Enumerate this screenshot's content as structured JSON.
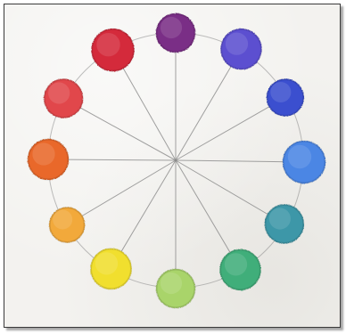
{
  "image": {
    "subject": "color-wheel-drawing",
    "swatches": [
      {
        "name": "purple-swatch",
        "color": "#7a2f86"
      },
      {
        "name": "blue-violet-swatch",
        "color": "#5b4fd0"
      },
      {
        "name": "blue-swatch",
        "color": "#3a4fcf"
      },
      {
        "name": "light-blue-swatch",
        "color": "#4b86e4"
      },
      {
        "name": "teal-swatch",
        "color": "#3c97a8"
      },
      {
        "name": "green-swatch",
        "color": "#3fae7a"
      },
      {
        "name": "yellow-green-swatch",
        "color": "#a9d46a"
      },
      {
        "name": "yellow-swatch",
        "color": "#f1df2e"
      },
      {
        "name": "yellow-orange-swatch",
        "color": "#f2a93a"
      },
      {
        "name": "orange-swatch",
        "color": "#e9672a"
      },
      {
        "name": "red-orange-swatch",
        "color": "#e1474c"
      },
      {
        "name": "red-swatch",
        "color": "#d42a3a"
      }
    ],
    "line_color": "#8a8a8a",
    "paper_color": "#f3f2ef"
  }
}
